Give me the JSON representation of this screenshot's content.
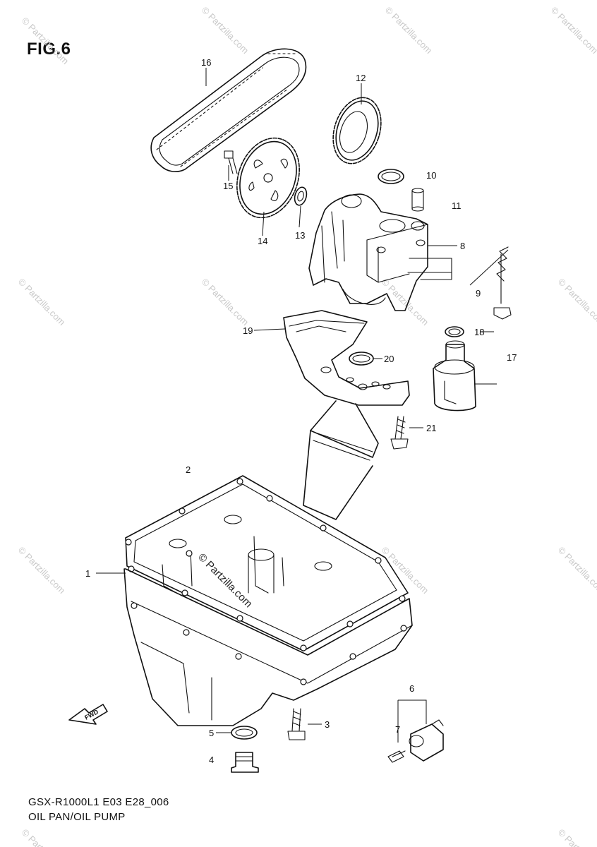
{
  "figure": {
    "title": "FIG.6",
    "model_code": "GSX-R1000L1 E03 E28_006",
    "section_name": "OIL PAN/OIL PUMP"
  },
  "callouts": [
    {
      "id": "1",
      "part": "oil-pan"
    },
    {
      "id": "2",
      "part": "oil-pan-gasket"
    },
    {
      "id": "3",
      "part": "bolt"
    },
    {
      "id": "4",
      "part": "drain-plug"
    },
    {
      "id": "5",
      "part": "drain-plug-gasket"
    },
    {
      "id": "6",
      "part": "oil-pressure-switch-set"
    },
    {
      "id": "7",
      "part": "switch-bolt"
    },
    {
      "id": "8",
      "part": "oil-pump"
    },
    {
      "id": "9",
      "part": "pump-bolt"
    },
    {
      "id": "10",
      "part": "o-ring"
    },
    {
      "id": "11",
      "part": "dowel-pin"
    },
    {
      "id": "12",
      "part": "pump-drive-gear"
    },
    {
      "id": "13",
      "part": "washer"
    },
    {
      "id": "14",
      "part": "pump-driven-sprocket"
    },
    {
      "id": "15",
      "part": "sprocket-bolt"
    },
    {
      "id": "16",
      "part": "pump-drive-chain"
    },
    {
      "id": "17",
      "part": "relief-valve"
    },
    {
      "id": "18",
      "part": "relief-valve-o-ring"
    },
    {
      "id": "19",
      "part": "oil-strainer"
    },
    {
      "id": "20",
      "part": "strainer-o-ring"
    },
    {
      "id": "21",
      "part": "strainer-bolt"
    }
  ],
  "arrow_label": "FWD",
  "watermark": {
    "main_text": "© Partzilla.com",
    "tile_text": "© Partzilla.com"
  },
  "colors": {
    "line": "#111111",
    "background": "#ffffff",
    "watermark": "#c9c9c9"
  }
}
